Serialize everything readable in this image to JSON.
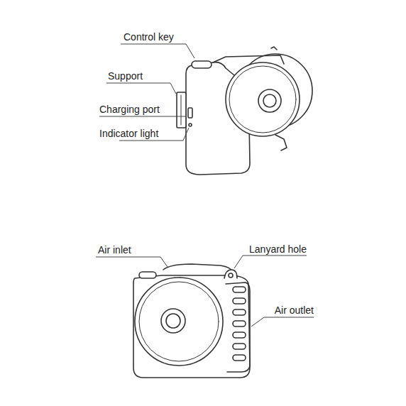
{
  "diagram": {
    "labels": [
      "Control key",
      "Support",
      "Charging port",
      "Indicator light",
      "Air inlet",
      "Lanyard hole",
      "Air outlet"
    ]
  }
}
